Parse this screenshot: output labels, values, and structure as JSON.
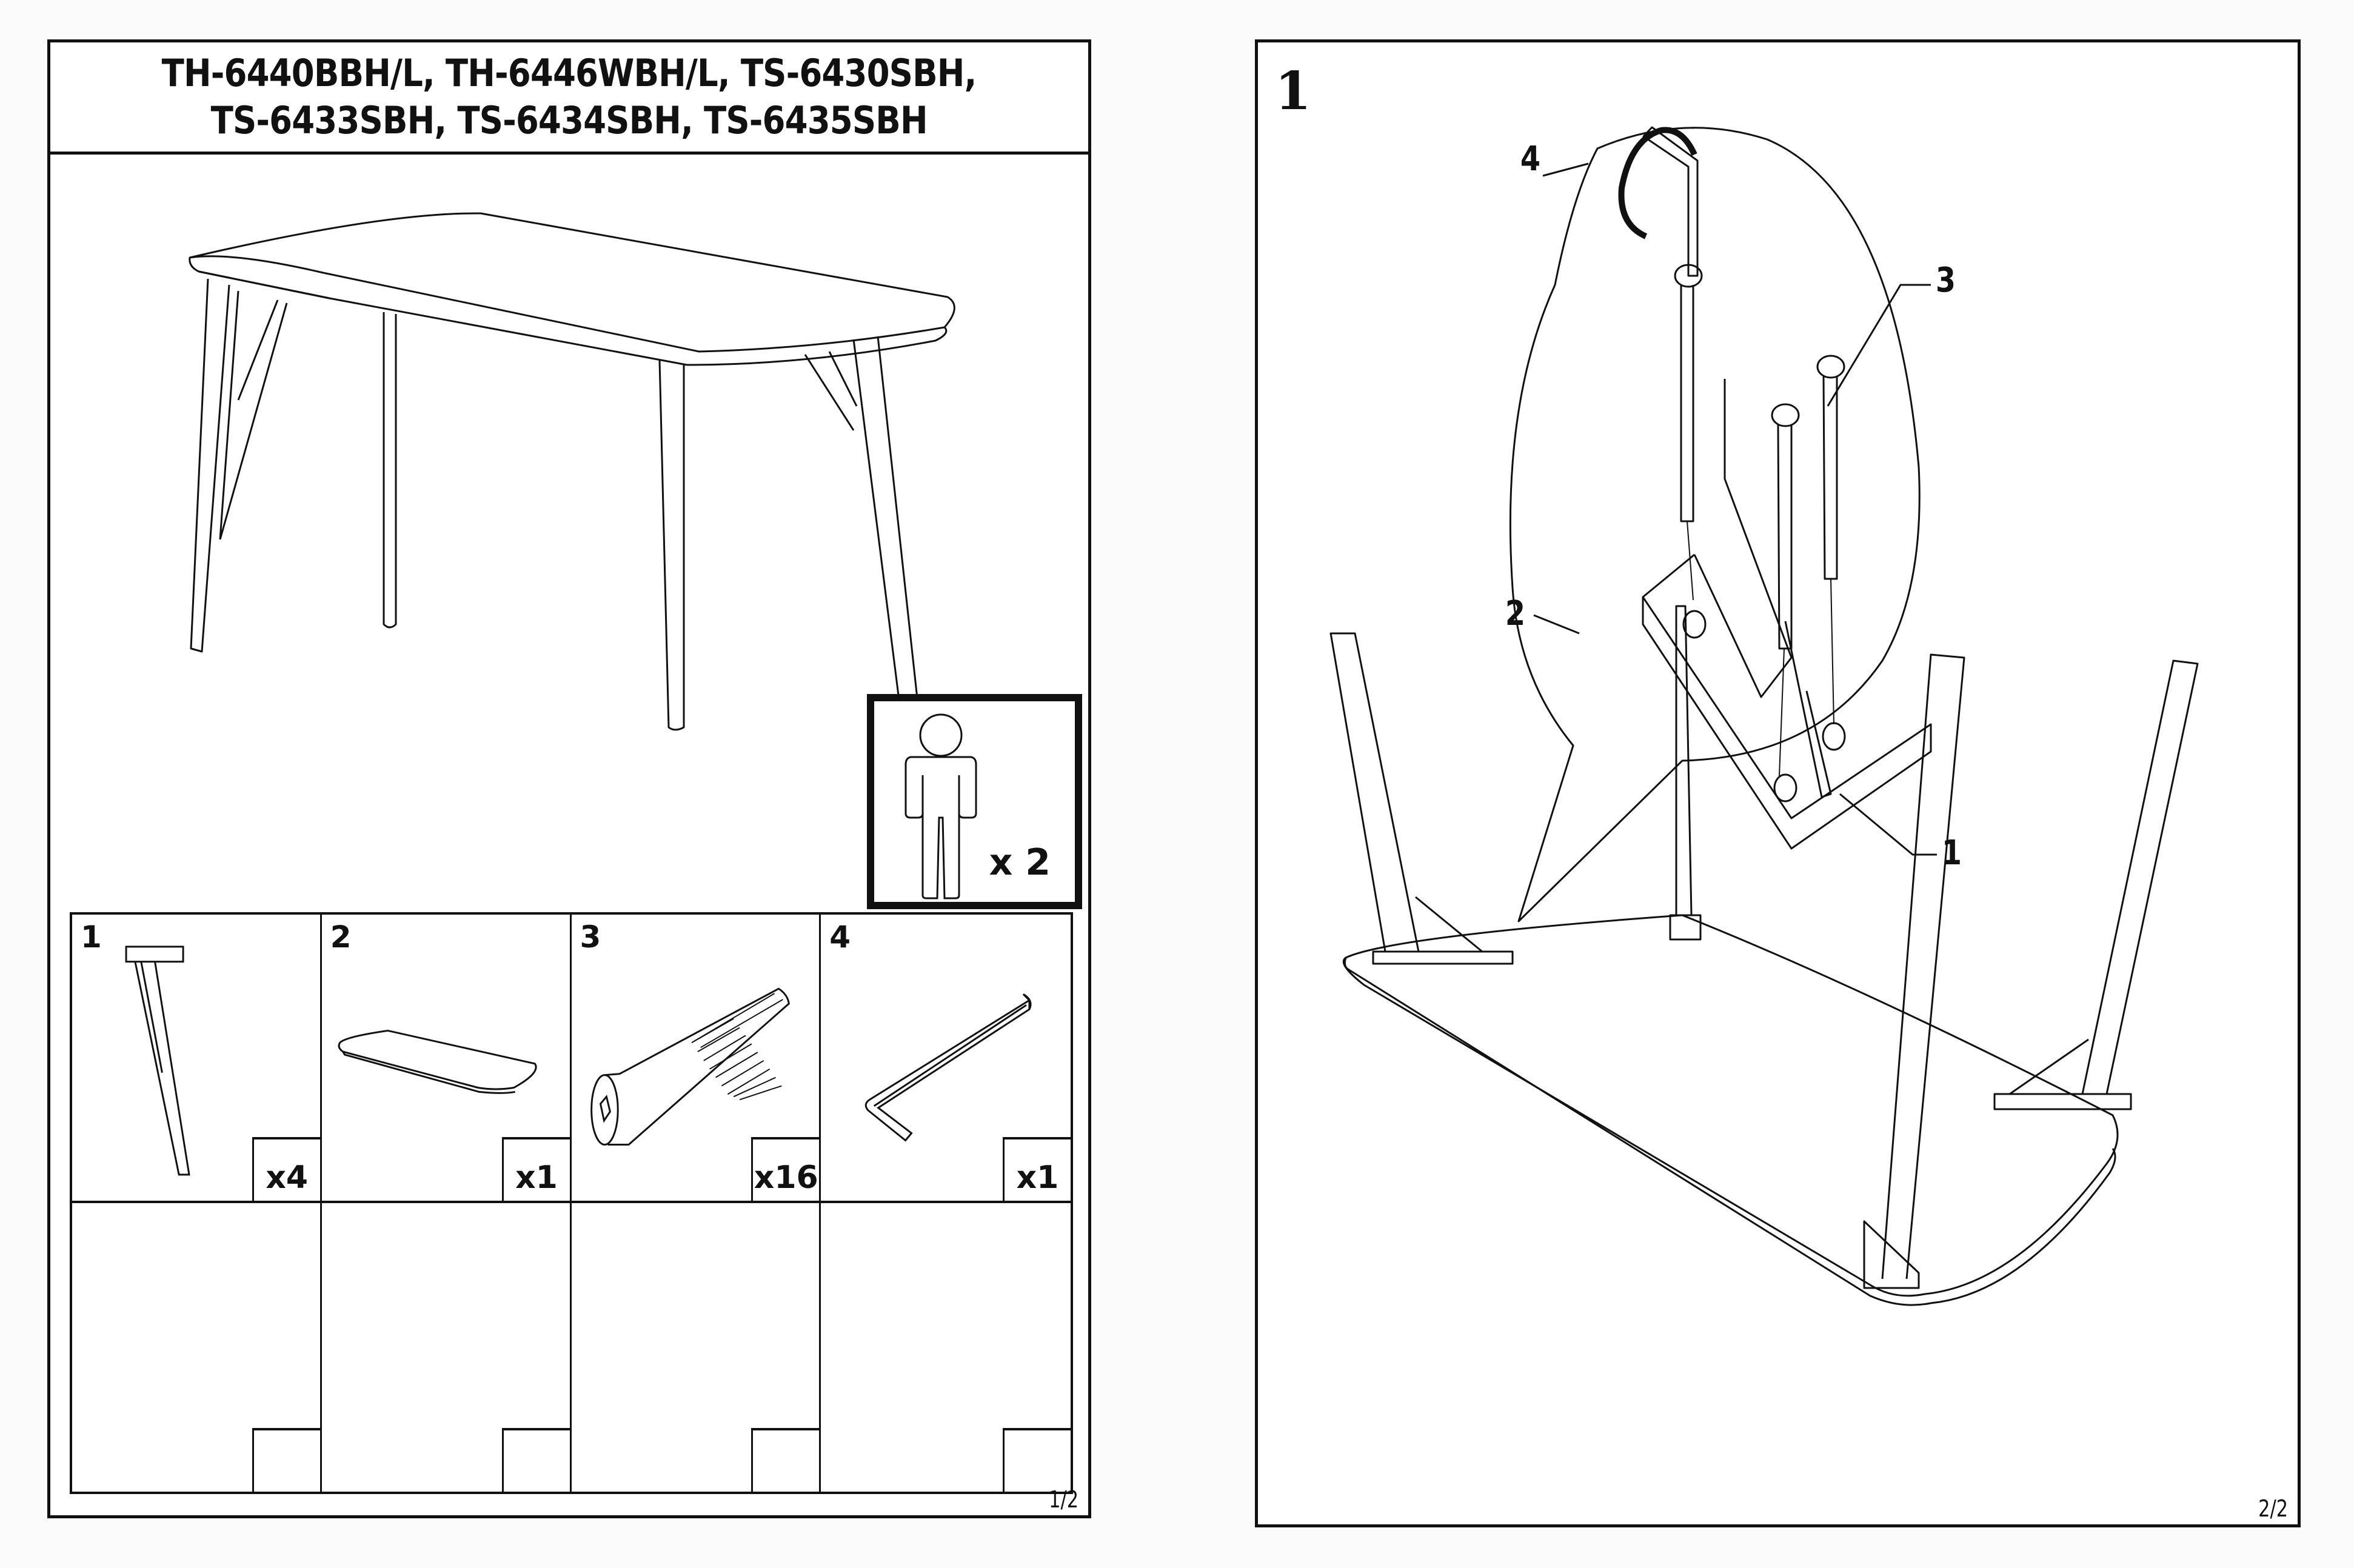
{
  "left_page": {
    "title_lines": [
      "TH-6440BBH/L, TH-6446WBH/L, TS-6430SBH,",
      "TS-6433SBH, TS-6434SBH, TS-6435SBH"
    ],
    "overview_image": "assembled-table-drawing",
    "persons_required": {
      "icon": "person-icon",
      "count_label": "x 2"
    },
    "parts": [
      {
        "number": "1",
        "name": "leg-with-bracket",
        "quantity": "x4"
      },
      {
        "number": "2",
        "name": "table-top",
        "quantity": "x1"
      },
      {
        "number": "3",
        "name": "bolt",
        "quantity": "x16"
      },
      {
        "number": "4",
        "name": "allen-key",
        "quantity": "x1"
      }
    ],
    "empty_cells": 4,
    "page_number": "1/2"
  },
  "right_page": {
    "step_number": "1",
    "callouts": [
      {
        "label": "4",
        "refers_to": "allen-key"
      },
      {
        "label": "3",
        "refers_to": "bolt"
      },
      {
        "label": "2",
        "refers_to": "table-top"
      },
      {
        "label": "1",
        "refers_to": "leg-with-bracket"
      }
    ],
    "page_number": "2/2"
  }
}
